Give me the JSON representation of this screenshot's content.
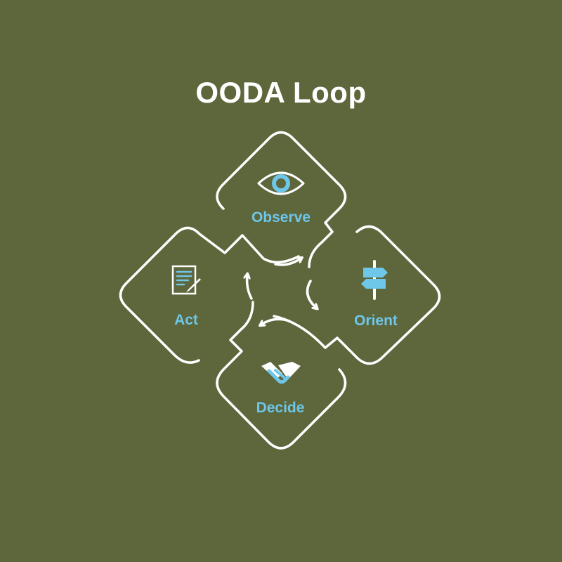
{
  "title": "OODA Loop",
  "colors": {
    "background": "#5e663c",
    "outline": "#ffffff",
    "accent": "#6ec6e8"
  },
  "steps": [
    {
      "label": "Observe",
      "icon": "eye-icon"
    },
    {
      "label": "Orient",
      "icon": "signpost-icon"
    },
    {
      "label": "Decide",
      "icon": "handshake-icon"
    },
    {
      "label": "Act",
      "icon": "document-pen-icon"
    }
  ]
}
